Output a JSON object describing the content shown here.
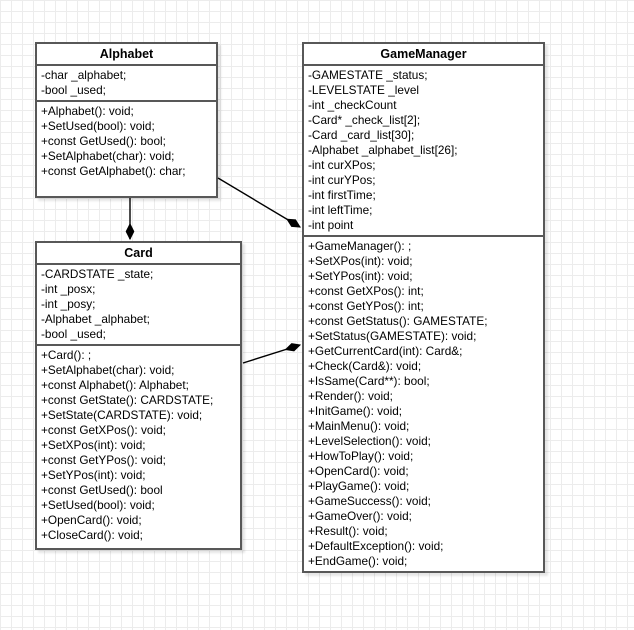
{
  "diagram": {
    "classes": {
      "alphabet": {
        "title": "Alphabet",
        "attributes": [
          "-char _alphabet;",
          "-bool _used;"
        ],
        "methods": [
          "+Alphabet(): void;",
          "+SetUsed(bool): void;",
          "+const GetUsed(): bool;",
          "+SetAlphabet(char): void;",
          "+const GetAlphabet(): char;"
        ]
      },
      "card": {
        "title": "Card",
        "attributes": [
          "-CARDSTATE _state;",
          "-int _posx;",
          "-int _posy;",
          "-Alphabet _alphabet;",
          "-bool _used;"
        ],
        "methods": [
          "+Card(): ;",
          "+SetAlphabet(char): void;",
          "+const Alphabet(): Alphabet;",
          "+const GetState(): CARDSTATE;",
          "+SetState(CARDSTATE): void;",
          "+const GetXPos(): void;",
          "+SetXPos(int): void;",
          "+const GetYPos(): void;",
          "+SetYPos(int): void;",
          "+const GetUsed(): bool",
          "+SetUsed(bool): void;",
          "+OpenCard(): void;",
          "+CloseCard(): void;"
        ]
      },
      "gamemanager": {
        "title": "GameManager",
        "attributes": [
          "-GAMESTATE _status;",
          "-LEVELSTATE _level",
          "-int _checkCount",
          "-Card* _check_list[2];",
          "-Card _card_list[30];",
          "-Alphabet _alphabet_list[26];",
          "-int curXPos;",
          "-int curYPos;",
          "-int firstTime;",
          "-int leftTime;",
          "-int point"
        ],
        "methods": [
          "+GameManager(): ;",
          "+SetXPos(int): void;",
          "+SetYPos(int): void;",
          "+const GetXPos(): int;",
          "+const GetYPos(): int;",
          "+const GetStatus(): GAMESTATE;",
          "+SetStatus(GAMESTATE): void;",
          "+GetCurrentCard(int): Card&;",
          "+Check(Card&): void;",
          "+IsSame(Card**): bool;",
          "+Render(): void;",
          "+InitGame(): void;",
          "+MainMenu(): void;",
          "+LevelSelection(): void;",
          "+HowToPlay(): void;",
          "+OpenCard(): void;",
          "+PlayGame(): void;",
          "+GameSuccess(): void;",
          "+GameOver(): void;",
          "+Result(): void;",
          "+DefaultException(): void;",
          "+EndGame(): void;"
        ]
      }
    },
    "connectors": [
      {
        "from": "Alphabet",
        "to": "Card",
        "type": "composition"
      },
      {
        "from": "Alphabet",
        "to": "GameManager",
        "type": "composition"
      },
      {
        "from": "Card",
        "to": "GameManager",
        "type": "composition"
      }
    ],
    "colors": {
      "box_border": "#585858",
      "box_fill": "#ffffff",
      "grid_line": "#ececec",
      "connector": "#000000",
      "text": "#000000"
    }
  }
}
